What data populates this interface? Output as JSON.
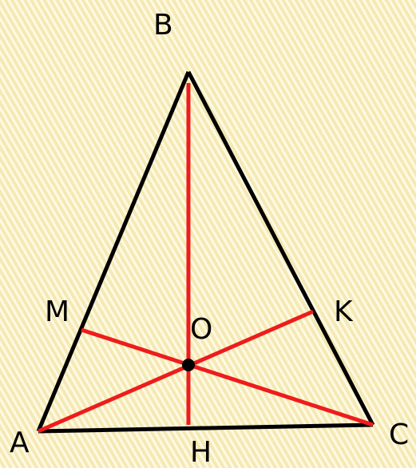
{
  "vertices": {
    "B": "B",
    "A": "A",
    "C": "C",
    "M": "M",
    "K": "K",
    "H": "H",
    "O": "O"
  },
  "colors": {
    "background": "#fcf3c4",
    "triangle_stroke": "#000000",
    "cevian_stroke": "#ee1c1c",
    "center_point": "#000000"
  }
}
